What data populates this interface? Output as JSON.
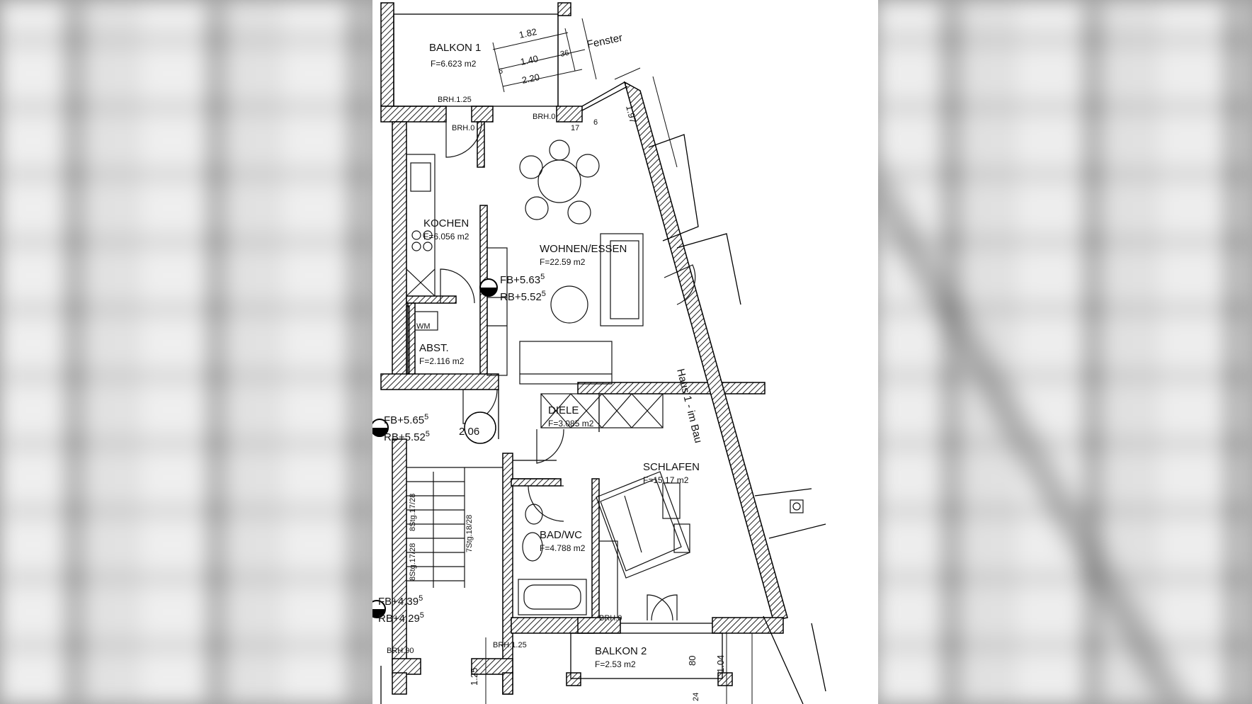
{
  "plan": {
    "rooms": {
      "balkon1": {
        "name": "BALKON 1",
        "area": "F=6.623 m2"
      },
      "kochen": {
        "name": "KOCHEN",
        "area": "F=6.056 m2"
      },
      "wohnen": {
        "name": "WOHNEN/ESSEN",
        "area": "F=22.59 m2"
      },
      "abst": {
        "name": "ABST.",
        "area": "F=2.116 m2"
      },
      "diele": {
        "name": "DIELE",
        "area": "F=3.085 m2"
      },
      "schlafen": {
        "name": "SCHLAFEN",
        "area": "F=15.17 m2"
      },
      "bad": {
        "name": "BAD/WC",
        "area": "F=4.788 m2"
      },
      "balkon2": {
        "name": "BALKON 2",
        "area": "F=2.53 m2"
      }
    },
    "levels": {
      "wohnen_fb": "FB+5.63",
      "wohnen_fb_sup": "5",
      "wohnen_rb": "RB+5.52",
      "wohnen_rb_sup": "5",
      "landing_fb": "FB+5.65",
      "landing_fb_sup": "5",
      "landing_rb": "RB+5.52",
      "landing_rb_sup": "5",
      "stair_fb": "FB+4.39",
      "stair_fb_sup": "5",
      "stair_rb": "RB+4.29",
      "stair_rb_sup": "5"
    },
    "unit_number": "2.06",
    "wm_label": "WM",
    "brh_labels": {
      "balkon1": "BRH.1.25",
      "door_top": "BRH.0",
      "window_top": "BRH.0",
      "balkon2_door": "BRH.0",
      "bad_window": "BRH.1.25",
      "stair": "BRH.90"
    },
    "dimensions": {
      "top_182": "1.82",
      "top_140": "1.40",
      "top_36": "36",
      "top_6": "6",
      "top_220": "2.20",
      "right_197": "1.97",
      "angle_179": "17",
      "angle_16": "6",
      "bottom_125": "1.25",
      "bottom_80": "80",
      "bottom_104": "1.04",
      "bottom_24": "24"
    },
    "stair_labels": {
      "a": "8Stg.17/28",
      "b": "7Stg.18/28",
      "c": "8Stg.17/28"
    },
    "annotations": {
      "fenster": "Fenster",
      "haus": "Haus 1 - im Bau"
    }
  }
}
